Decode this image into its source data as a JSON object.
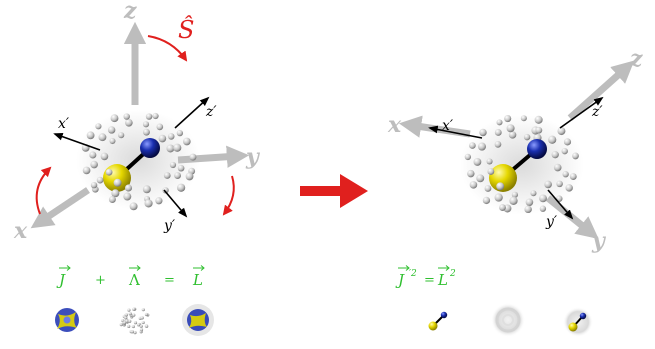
{
  "left_panel": {
    "operator": "Ŝ",
    "space_axes": {
      "x": "x",
      "y": "y",
      "z": "z"
    },
    "body_axes": {
      "x": "x′",
      "y": "y′",
      "z": "z′"
    }
  },
  "right_panel": {
    "space_axes": {
      "x": "x",
      "y": "y",
      "z": "z"
    },
    "body_axes": {
      "x": "x′",
      "y": "y′",
      "z": "z′"
    }
  },
  "equations": {
    "left": {
      "j": "J",
      "plus": "+",
      "lambda": "Λ",
      "equals": "=",
      "l": "L"
    },
    "right": {
      "lhs": "J",
      "prime_sq": "′2",
      "equals": "=",
      "rhs": "L",
      "sq": "2"
    }
  },
  "colors": {
    "axis_gray": "#bdbdbd",
    "arrow_red": "#e0201e",
    "eq_green": "#2fbf2f",
    "atom_yellow": "#e6d800",
    "atom_blue": "#1a2fb0"
  }
}
